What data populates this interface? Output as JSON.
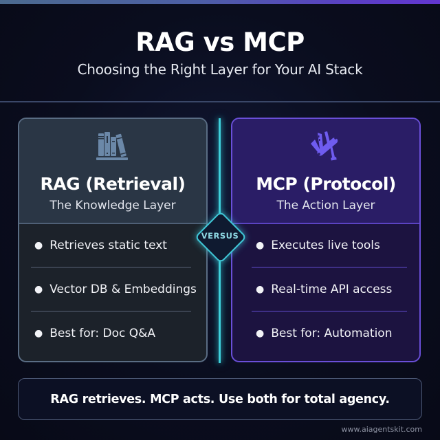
{
  "header": {
    "title": "RAG vs MCP",
    "subtitle": "Choosing the Right Layer for Your AI Stack"
  },
  "colors": {
    "accent_cyan": "#3fd0db",
    "rag_card": "#2a3645",
    "mcp_card": "#2a1d66",
    "mcp_icon": "#6f5cf0",
    "rag_icon": "#6b88a8",
    "background": "#0a0d1e"
  },
  "cards": {
    "rag": {
      "icon": "books-icon",
      "title": "RAG (Retrieval)",
      "subtitle": "The Knowledge Layer",
      "items": [
        {
          "label": "Retrieves static text"
        },
        {
          "label": "Vector DB & Embeddings"
        },
        {
          "label": "Best for: Doc Q&A"
        }
      ]
    },
    "mcp": {
      "icon": "multitool-icon",
      "title": "MCP (Protocol)",
      "subtitle": "The Action Layer",
      "items": [
        {
          "label": "Executes live tools"
        },
        {
          "label": "Real-time API access"
        },
        {
          "label": "Best for: Automation"
        }
      ]
    }
  },
  "versus": {
    "label": "VERSUS"
  },
  "summary": {
    "text": "RAG retrieves. MCP acts. Use both for total agency."
  },
  "footer": {
    "url": "www.aiagentskit.com"
  }
}
